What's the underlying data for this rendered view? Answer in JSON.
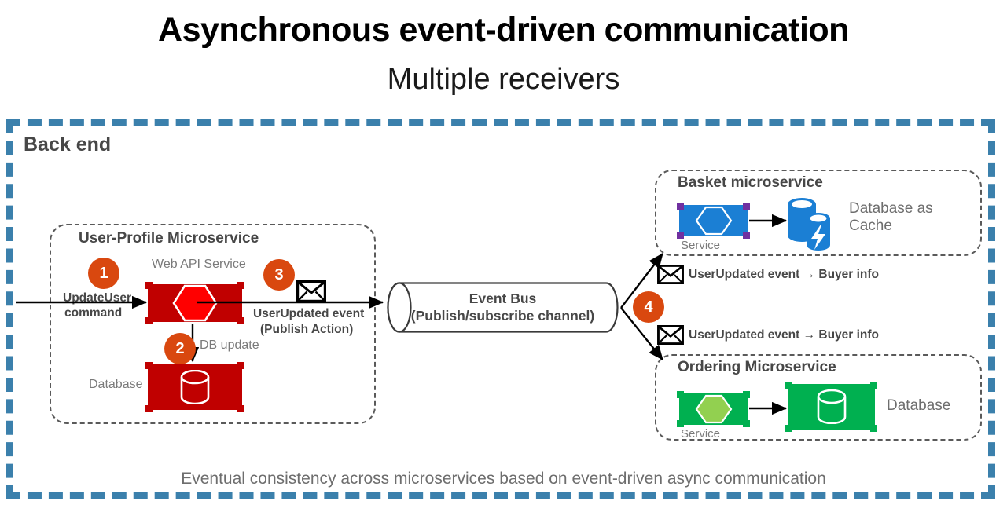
{
  "header": {
    "title": "Asynchronous event-driven communication",
    "subtitle": "Multiple receivers"
  },
  "backend": {
    "label": "Back end",
    "border_color": "#3b80ac",
    "footer_note": "Eventual consistency across microservices based on event-driven async communication"
  },
  "user_profile_microservice": {
    "title": "User-Profile Microservice",
    "webapi_caption": "Web API Service",
    "database_caption": "Database",
    "db_update_label": "DB update",
    "accent_color": "#c00000",
    "hexagon_color": "#ff0000"
  },
  "basket_microservice": {
    "title": "Basket microservice",
    "service_caption": "Service",
    "database_caption": "Database as Cache",
    "database_caption_line1": "Database as",
    "database_caption_line2": "Cache",
    "accent_color": "#1b7fd4",
    "corner_color": "#7030a0"
  },
  "ordering_microservice": {
    "title": "Ordering Microservice",
    "service_caption": "Service",
    "database_caption": "Database",
    "accent_color": "#00b050",
    "hexagon_color": "#92d050"
  },
  "event_bus": {
    "line1": "Event Bus",
    "line2": "(Publish/subscribe channel)"
  },
  "flows": {
    "update_user_line1": "UpdateUser",
    "update_user_line2": "command",
    "user_updated_line1": "UserUpdated event",
    "user_updated_line2": "(Publish Action)",
    "subscriber_basket": "UserUpdated event → Buyer info",
    "subscriber_ordering": "UserUpdated event → Buyer info"
  },
  "steps": {
    "one": "1",
    "two": "2",
    "three": "3",
    "four": "4",
    "badge_color": "#d9480f"
  }
}
